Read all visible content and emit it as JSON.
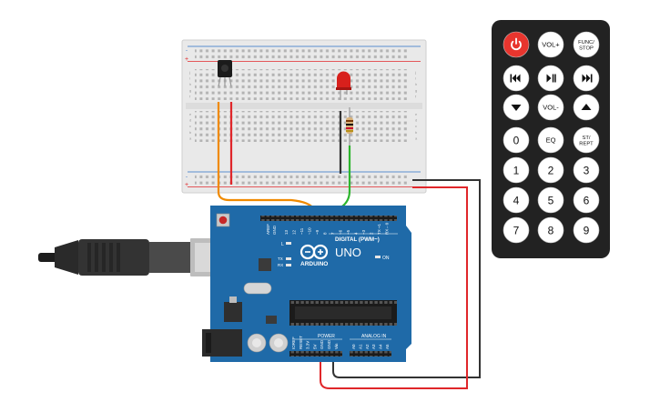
{
  "arduino": {
    "brand": "ARDUINO",
    "model": "UNO",
    "digital_label": "DIGITAL (PWM~)",
    "power_label": "POWER",
    "analog_label": "ANALOG IN",
    "on_label": "ON",
    "l_label": "L",
    "tx_label": "TX",
    "rx_label": "RX",
    "aref_label": "AREF",
    "gnd_label": "GND",
    "digital_pins": [
      "13",
      "12",
      "~11",
      "~10",
      "~9",
      "8",
      "7",
      "~6",
      "~5",
      "4",
      "~3",
      "2",
      "TX➝1",
      "RX←0"
    ],
    "power_pins": [
      "IOREF",
      "RESET",
      "3.3V",
      "5V",
      "GND",
      "GND",
      "Vin"
    ],
    "analog_pins": [
      "A0",
      "A1",
      "A2",
      "A3",
      "A4",
      "A5"
    ]
  },
  "breadboard": {
    "rows_top": [
      "j",
      "i",
      "h",
      "g",
      "f"
    ],
    "rows_bottom": [
      "e",
      "d",
      "c",
      "b",
      "a"
    ],
    "plus_sign": "+",
    "minus_sign": "-",
    "columns": 30
  },
  "remote": {
    "buttons": [
      {
        "label": "",
        "icon": "power-icon"
      },
      {
        "label": "VOL+"
      },
      {
        "label": "FUNC/STOP"
      },
      {
        "label": "",
        "icon": "previous-track-icon"
      },
      {
        "label": "",
        "icon": "play-pause-icon"
      },
      {
        "label": "",
        "icon": "next-track-icon"
      },
      {
        "label": "",
        "icon": "down-arrow-icon"
      },
      {
        "label": "VOL-"
      },
      {
        "label": "",
        "icon": "up-arrow-icon"
      },
      {
        "label": "0"
      },
      {
        "label": "EQ"
      },
      {
        "label": "ST/REPT"
      },
      {
        "label": "1"
      },
      {
        "label": "2"
      },
      {
        "label": "3"
      },
      {
        "label": "4"
      },
      {
        "label": "5"
      },
      {
        "label": "6"
      },
      {
        "label": "7"
      },
      {
        "label": "8"
      },
      {
        "label": "9"
      }
    ]
  },
  "colors": {
    "board_blue": "#1f6aa8",
    "wire_orange": "#f08a00",
    "wire_red": "#e0262a",
    "wire_black": "#333333",
    "wire_green": "#2db52d",
    "remote_body": "#222222",
    "remote_power": "#e8352e",
    "led_red": "#d8201c"
  }
}
